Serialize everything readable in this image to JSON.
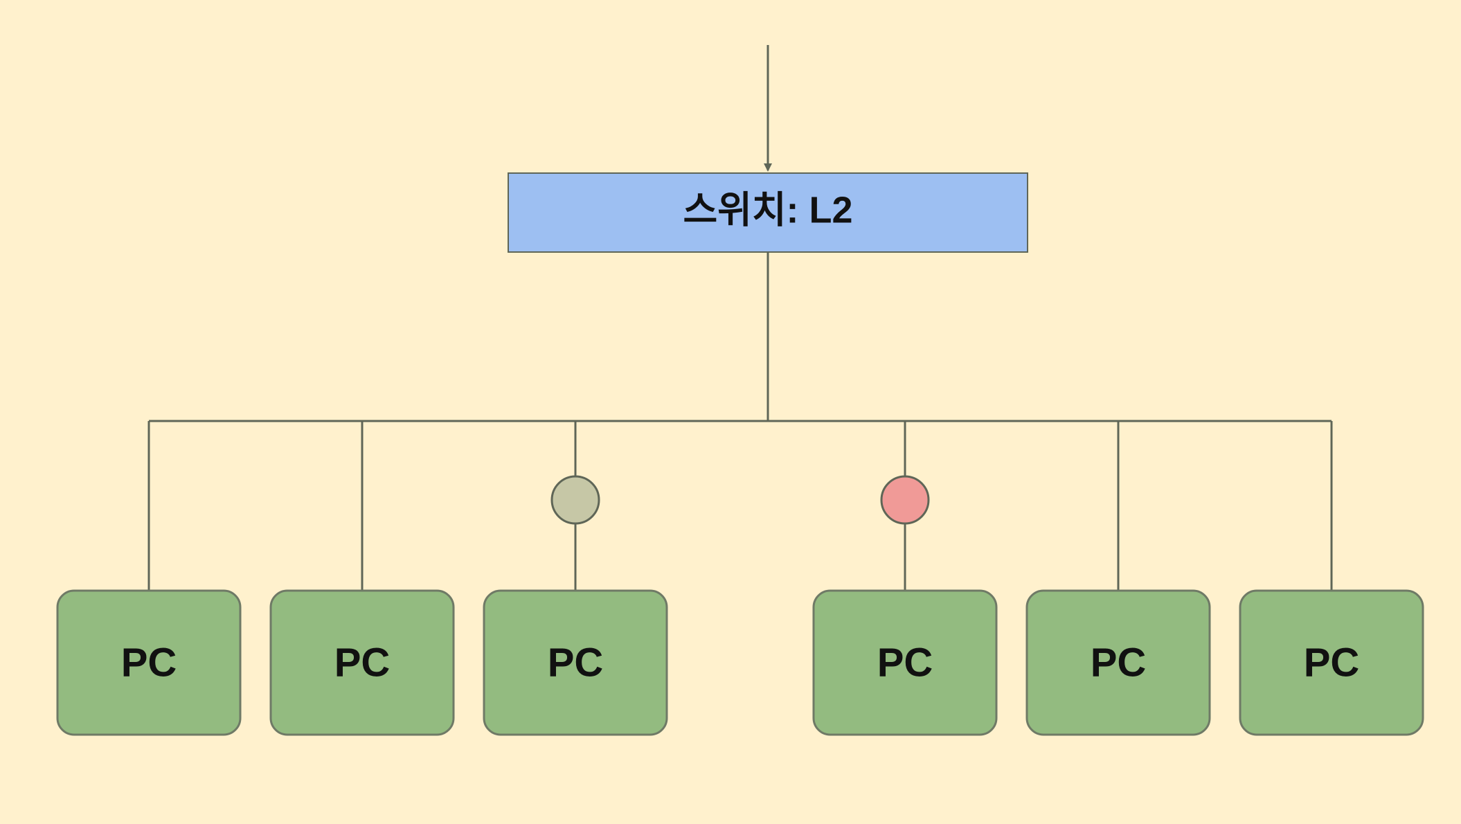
{
  "switch": {
    "label": "스위치: L2",
    "fill": "#9dbff2"
  },
  "pcs": [
    {
      "label": "PC"
    },
    {
      "label": "PC"
    },
    {
      "label": "PC",
      "indicator": "gray"
    },
    {
      "label": "PC",
      "indicator": "red"
    },
    {
      "label": "PC"
    },
    {
      "label": "PC"
    }
  ],
  "colors": {
    "background": "#fff1cd",
    "line": "#5f6657",
    "pc_fill": "#93bb80",
    "pc_stroke": "#6f7a66",
    "indicator_gray": "#c6c7a6",
    "indicator_red": "#f09a97"
  }
}
